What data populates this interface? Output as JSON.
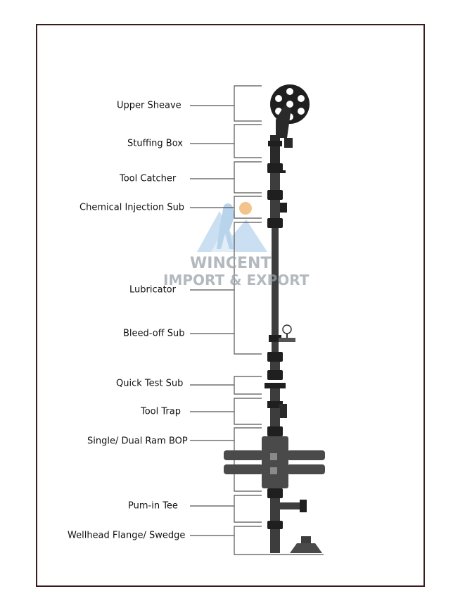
{
  "labels": [
    "Upper Sheave",
    "Stuffing Box",
    "Tool Catcher",
    "Chemical Injection Sub",
    "Lubricator",
    "Bleed-off Sub",
    "Quick Test Sub",
    "Tool Trap",
    "Single/ Dual Ram BOP",
    "Pum-in Tee",
    "Wellhead Flange/ Swedge"
  ],
  "watermark": {
    "line1": "WINCENT",
    "line2": "IMPORT & EXPORT"
  },
  "colors": {
    "frame": "#3a1a1a",
    "equipment": "#3d3d3d",
    "equipment_dark": "#1f1f1f",
    "bracket": "#555555",
    "watermark_logo": "#9fc6e6",
    "accent_dot": "#f2c48c"
  }
}
